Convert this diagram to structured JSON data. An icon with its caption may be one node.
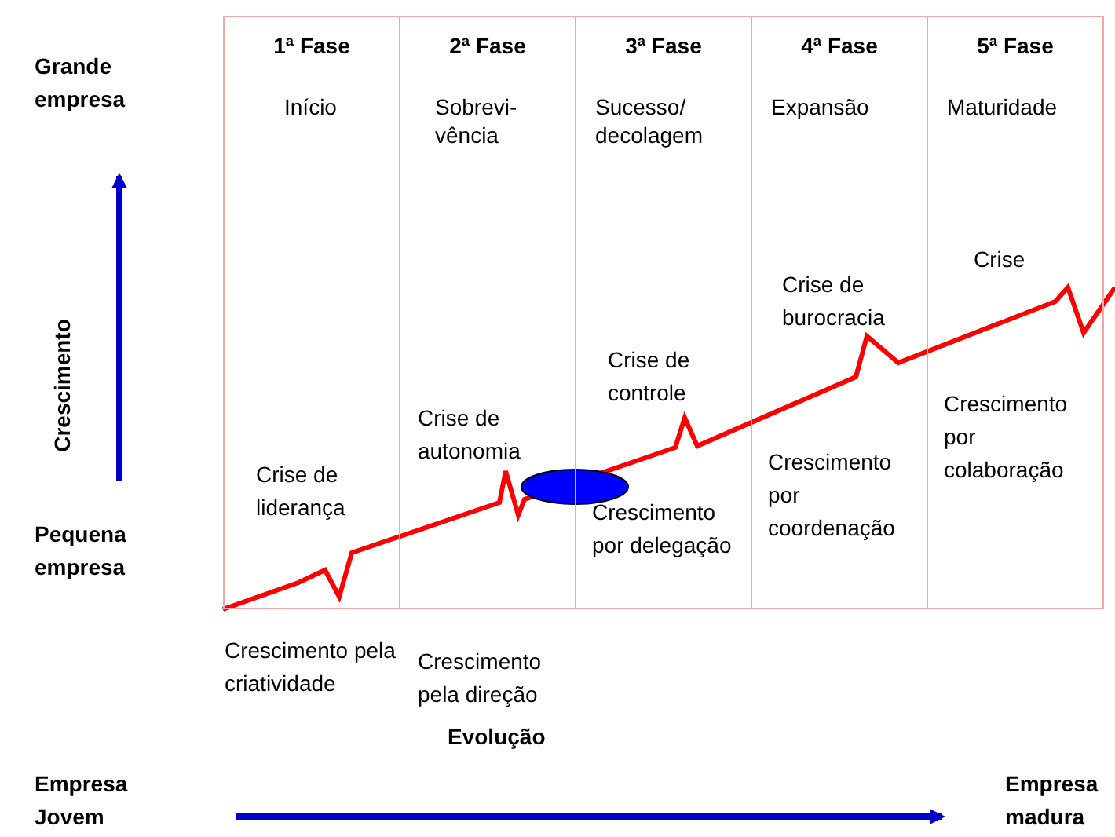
{
  "diagram": {
    "nodes": [
      {
        "text": [
          "1ª Fase",
          "Início"
        ]
      },
      {
        "text": [
          "2ª Fase",
          "Sobrevi- vência"
        ]
      },
      {
        "text": [
          "3ª Fase",
          "Sucesso/ decolagem"
        ]
      },
      {
        "text": [
          "4ª Fase",
          "Expansão"
        ]
      },
      {
        "text": [
          "5ª Fase",
          "Maturidade"
        ]
      },
      {
        "text": [],
        "shape": "ellipse"
      }
    ],
    "labels": [
      "Grande empresa",
      "Crescimento",
      "Pequena empresa",
      "Crise de liderança",
      "Crise de autonomia",
      "Crise de controle",
      "Crise de burocracia",
      "Crise",
      "Crescimento pela criatividade",
      "Crescimento pela direção",
      "Evolução",
      "Crescimento por delegação",
      "Crescimento por coordenação",
      "Crescimento por colaboração",
      "Empresa Jovem",
      "Empresa madura"
    ]
  }
}
